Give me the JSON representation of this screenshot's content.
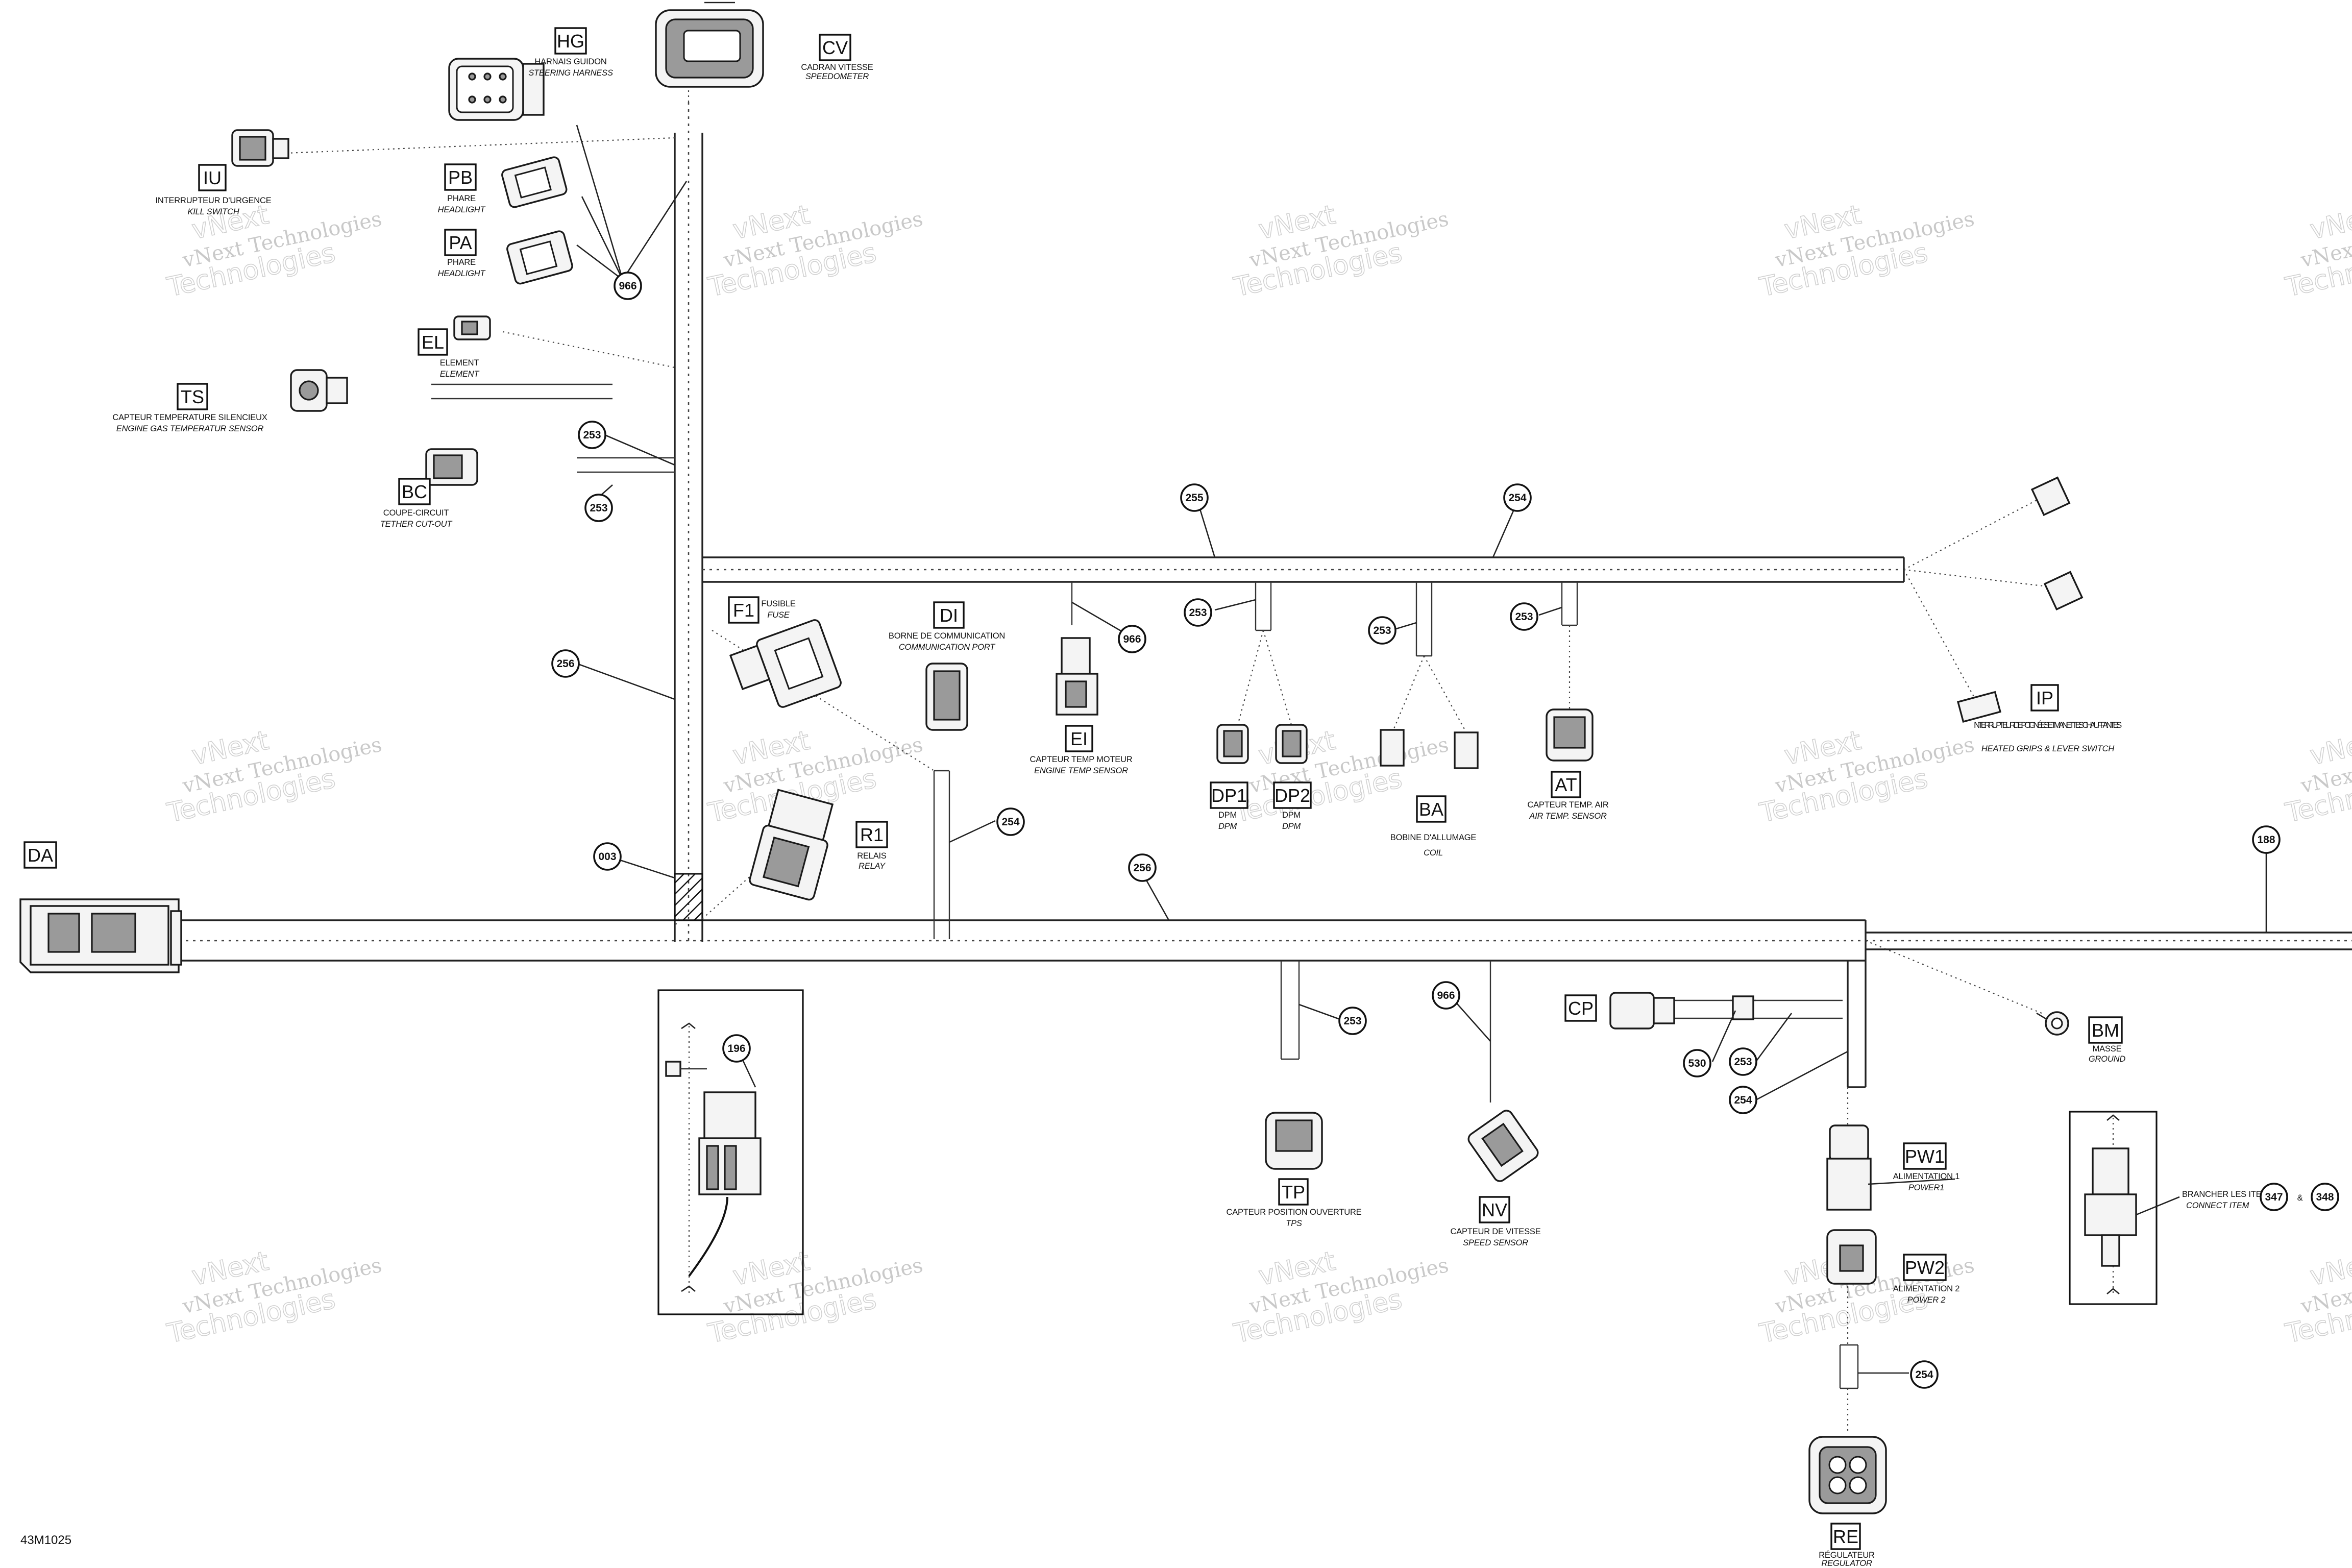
{
  "drawing_id": "43M1025",
  "watermark": {
    "line1": "vNext Technologies",
    "line2": "Technologies",
    "mark": "vNext"
  },
  "components": [
    {
      "id": "hg",
      "code": "HG",
      "fr": "HARNAIS GUIDON",
      "en": "STEERING HARNESS"
    },
    {
      "id": "cv",
      "code": "CV",
      "fr": "CADRAN VITESSE",
      "en": "SPEEDOMETER"
    },
    {
      "id": "iu",
      "code": "IU",
      "fr": "INTERRUPTEUR D'URGENCE",
      "en": "KILL SWITCH"
    },
    {
      "id": "pb",
      "code": "PB",
      "fr": "PHARE",
      "en": "HEADLIGHT"
    },
    {
      "id": "pa",
      "code": "PA",
      "fr": "PHARE",
      "en": "HEADLIGHT"
    },
    {
      "id": "el",
      "code": "EL",
      "fr": "ELEMENT",
      "en": "ELEMENT"
    },
    {
      "id": "ts",
      "code": "TS",
      "fr": "CAPTEUR TEMPERATURE SILENCIEUX",
      "en": "ENGINE GAS TEMPERATUR SENSOR"
    },
    {
      "id": "bc",
      "code": "BC",
      "fr": "COUPE-CIRCUIT",
      "en": "TETHER CUT-OUT"
    },
    {
      "id": "f1",
      "code": "F1",
      "fr": "FUSIBLE",
      "en": "FUSE"
    },
    {
      "id": "di",
      "code": "DI",
      "fr": "BORNE DE COMMUNICATION",
      "en": "COMMUNICATION PORT"
    },
    {
      "id": "ei",
      "code": "EI",
      "fr": "CAPTEUR TEMP MOTEUR",
      "en": "ENGINE TEMP SENSOR"
    },
    {
      "id": "dp1",
      "code": "DP1",
      "fr": "DPM",
      "en": "DPM"
    },
    {
      "id": "dp2",
      "code": "DP2",
      "fr": "DPM",
      "en": "DPM"
    },
    {
      "id": "ba",
      "code": "BA",
      "fr": "BOBINE D'ALLUMAGE",
      "en": "COIL"
    },
    {
      "id": "at",
      "code": "AT",
      "fr": "CAPTEUR TEMP. AIR",
      "en": "AIR TEMP. SENSOR"
    },
    {
      "id": "ip",
      "code": "IP",
      "fr": "INTERRUPTEUR DE POIGNÉES ET MANETTES CHAUFFANTES",
      "en": "HEATED GRIPS & LEVER SWITCH"
    },
    {
      "id": "r1",
      "code": "R1",
      "fr": "RELAIS",
      "en": "RELAY"
    },
    {
      "id": "da",
      "code": "DA",
      "fr": "",
      "en": ""
    },
    {
      "id": "cp",
      "code": "CP",
      "fr": "",
      "en": ""
    },
    {
      "id": "bm",
      "code": "BM",
      "fr": "MASSE",
      "en": "GROUND"
    },
    {
      "id": "pw1",
      "code": "PW1",
      "fr": "ALIMENTATION 1",
      "en": "POWER1"
    },
    {
      "id": "pw2",
      "code": "PW2",
      "fr": "ALIMENTATION 2",
      "en": "POWER 2"
    },
    {
      "id": "tp",
      "code": "TP",
      "fr": "CAPTEUR POSITION OUVERTURE",
      "en": "TPS"
    },
    {
      "id": "nv",
      "code": "NV",
      "fr": "CAPTEUR DE VITESSE",
      "en": "SPEED SENSOR"
    },
    {
      "id": "re",
      "code": "RE",
      "fr": "RÉGULATEUR",
      "en": "REGULATOR"
    }
  ],
  "connect_note": {
    "fr": "BRANCHER LES ITEMS",
    "en": "CONNECT ITEM",
    "items": [
      "347",
      "348"
    ],
    "joiner": "&"
  },
  "callouts": [
    "966",
    "253",
    "253",
    "256",
    "003",
    "196",
    "254",
    "255",
    "254",
    "966",
    "253",
    "253",
    "253",
    "256",
    "253",
    "966",
    "530",
    "253",
    "254",
    "188",
    "254"
  ]
}
